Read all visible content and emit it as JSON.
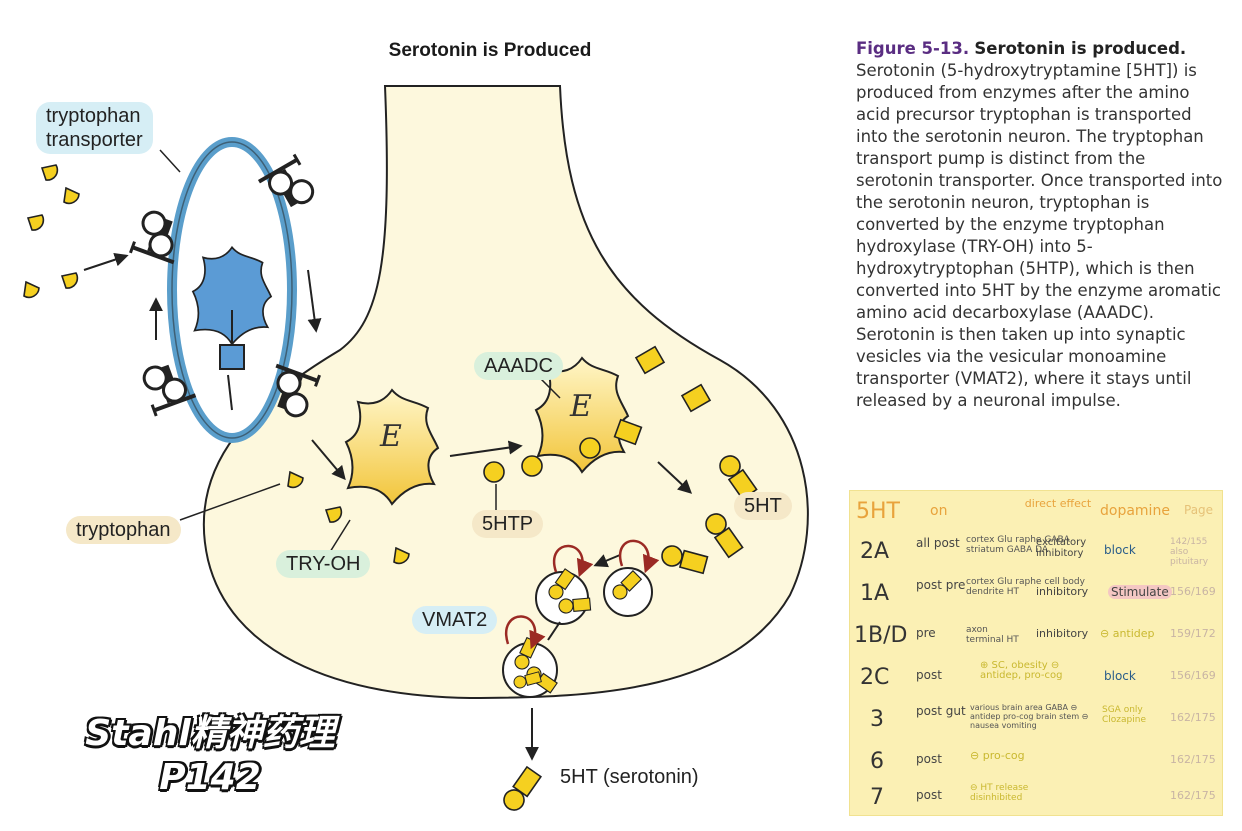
{
  "diagram": {
    "title": "Serotonin is Produced",
    "labels": {
      "tryptophan_transporter": [
        "tryptophan",
        "transporter"
      ],
      "tryptophan": "tryptophan",
      "try_oh": "TRY-OH",
      "aaadc": "AAADC",
      "five_htp": "5HTP",
      "five_ht": "5HT",
      "vmat2": "VMAT2",
      "serotonin_out": "5HT (serotonin)",
      "enzyme_letter": "E"
    },
    "watermark": [
      "Stahl精神药理",
      "P142"
    ]
  },
  "caption": {
    "figure_number": "Figure 5-13.",
    "figure_title": "Serotonin is produced.",
    "body": "Serotonin (5-hydroxytryptamine [5HT]) is produced from enzymes after the amino acid precursor tryptophan is transported into the serotonin neuron. The tryptophan transport pump is distinct from the serotonin transporter. Once transported into the serotonin neuron, tryptophan is converted by the enzyme tryptophan hydroxylase (TRY-OH) into 5-hydroxytryptophan (5HTP), which is then converted into 5HT by the enzyme aromatic amino acid decarboxylase (AAADC). Serotonin is then taken up into synaptic vesicles via the vesicular monoamine transporter (VMAT2), where it stays until released by a neuronal impulse."
  },
  "note_card": {
    "headers": {
      "receptor": "5HT",
      "location": "on",
      "effect": "direct effect",
      "dopamine": "dopamine",
      "page": "Page"
    },
    "rows": [
      {
        "code": "2A",
        "loc": "all post",
        "detail": "cortex Glu raphe GABA striatum GABA DA",
        "effect": "excitatory inhibitory",
        "dopamine": "block",
        "page": "142/155 also pituitary"
      },
      {
        "code": "1A",
        "loc": "post pre",
        "detail": "cortex Glu raphe cell body dendrite HT",
        "effect": "inhibitory",
        "dopamine": "Stimulate",
        "page": "156/169"
      },
      {
        "code": "1B/D",
        "loc": "pre",
        "detail": "axon terminal HT",
        "effect": "inhibitory",
        "dopamine": "⊖ antidep",
        "page": "159/172"
      },
      {
        "code": "2C",
        "loc": "post",
        "detail": "⊕ SC, obesity ⊖ antidep, pro-cog",
        "effect": "",
        "dopamine": "block",
        "page": "156/169"
      },
      {
        "code": "3",
        "loc": "post gut",
        "detail": "various brain area GABA ⊖ antidep pro-cog brain stem ⊖ nausea vomiting",
        "effect": "",
        "dopamine": "SGA only Clozapine",
        "page": "162/175"
      },
      {
        "code": "6",
        "loc": "post",
        "detail": "⊖ pro-cog",
        "effect": "",
        "dopamine": "",
        "page": "162/175"
      },
      {
        "code": "7",
        "loc": "post",
        "detail": "⊖ HT release disinhibited",
        "effect": "",
        "dopamine": "",
        "page": "162/175"
      }
    ]
  }
}
